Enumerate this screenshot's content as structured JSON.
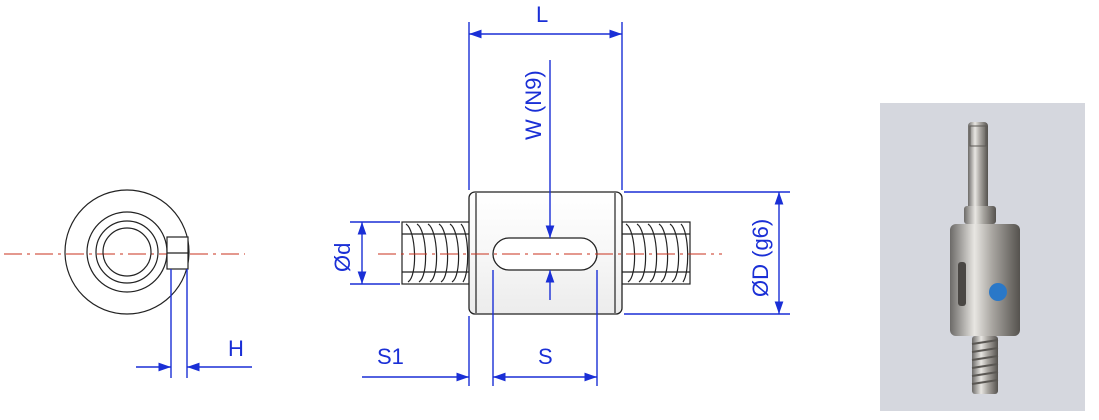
{
  "labels": {
    "length": "L",
    "keyway_width": "W (N9)",
    "screw_diameter": "Ød",
    "nut_diameter": "ØD (g6)",
    "key_height": "H",
    "offset": "S1",
    "slot_length": "S"
  },
  "colors": {
    "dimension": "#1a2fd6",
    "centerline": "#c8321e",
    "outline": "#222222",
    "photo_background": "#d5d7de"
  },
  "photo": {
    "subject": "ball screw nut with shaft"
  }
}
